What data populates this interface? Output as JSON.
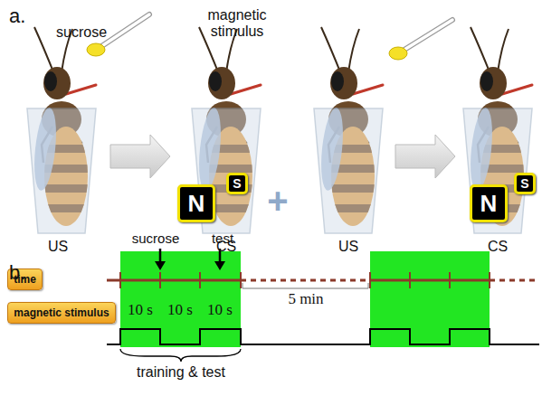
{
  "diagram": {
    "nodes": [
      {
        "text": [
          "N"
        ]
      },
      {
        "text": [
          "S"
        ]
      },
      {
        "text": [
          "N"
        ]
      },
      {
        "text": [
          "S"
        ]
      },
      {
        "text": [
          "time"
        ]
      },
      {
        "text": [
          "magnetic stimulus"
        ]
      }
    ],
    "labels": [
      "a.",
      "sucrose",
      "magnetic stimulus",
      "US",
      "CS",
      "+",
      "US",
      "CS",
      "b.",
      "sucrose",
      "test",
      "10 s",
      "10 s",
      "10 s",
      "5 min",
      "training & test"
    ]
  }
}
